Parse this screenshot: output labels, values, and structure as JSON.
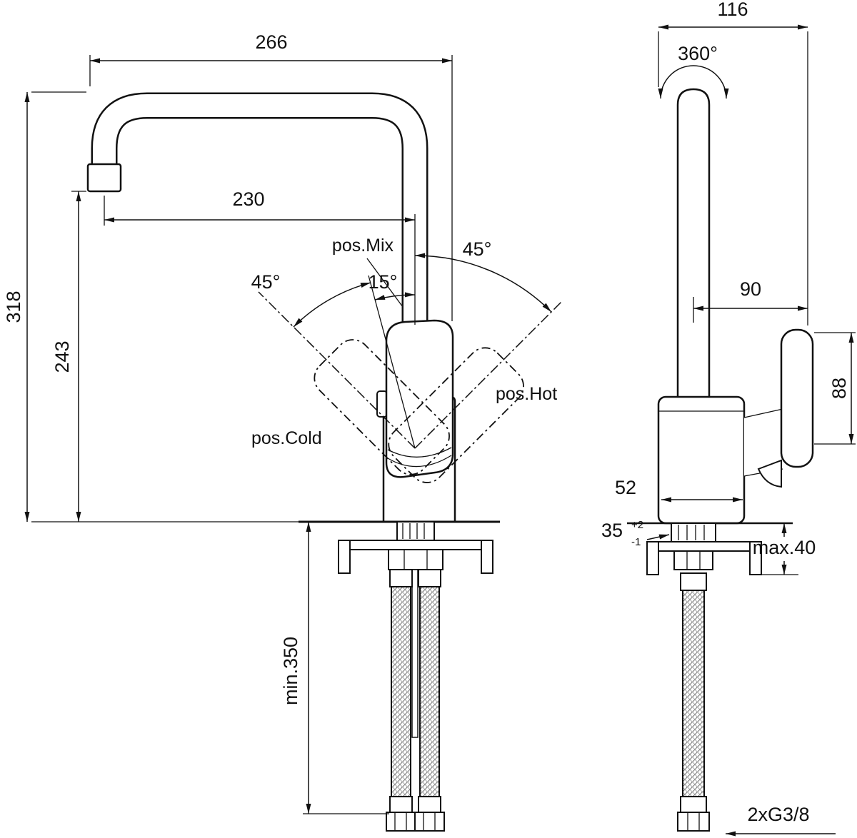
{
  "drawing": {
    "left": {
      "overall_width": "266",
      "overall_height": "318",
      "spout_height": "243",
      "spout_reach": "230",
      "pos_mix": "pos.Mix",
      "angle_cold": "45°",
      "angle_mix": "15°",
      "angle_hot": "45°",
      "pos_hot": "pos.Hot",
      "pos_cold": "pos.Cold",
      "hose_min_length": "min.350"
    },
    "right": {
      "overall_depth": "116",
      "swivel_range": "360°",
      "spout_depth": "90",
      "handle_height": "88",
      "base_depth": "52",
      "hole_diameter": "35",
      "hole_tol_upper": "+2",
      "hole_tol_lower": "-1",
      "deck_max_thickness": "max.40",
      "hose_thread": "2xG3/8"
    }
  }
}
